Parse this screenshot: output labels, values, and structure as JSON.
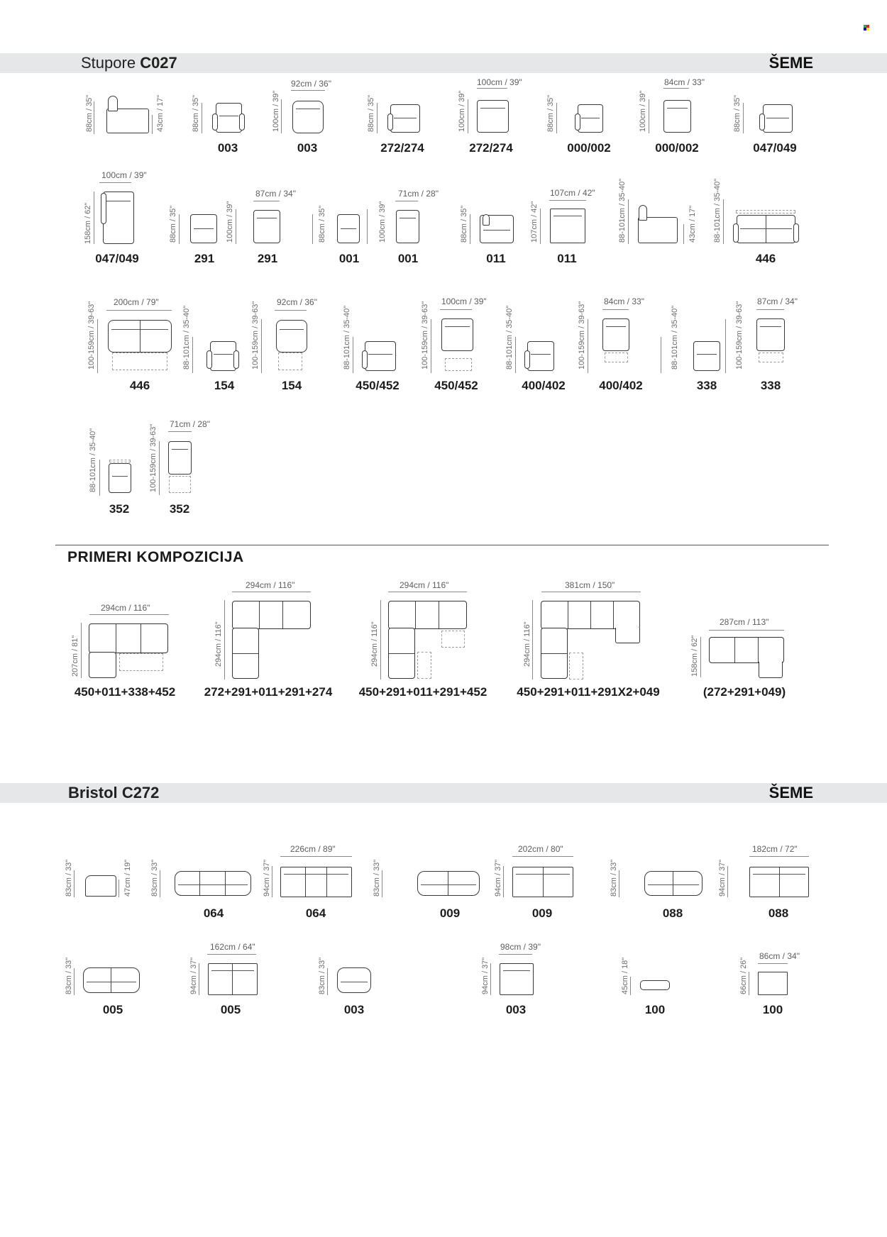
{
  "header_logo": {
    "icon": "color-squares-icon",
    "colors": [
      "#22b14c",
      "#ed1c24",
      "#0000ff",
      "#ffe600"
    ]
  },
  "stupore": {
    "title_light": "Stupore",
    "title_bold": "C027",
    "right_label": "ŠEME",
    "items": [
      {
        "code": "",
        "height": "88cm / 35\"",
        "height2": "43cm / 17\"",
        "width": "",
        "view": "side"
      },
      {
        "code": "003",
        "height": "88cm / 35\"",
        "width": "",
        "view": "front"
      },
      {
        "code": "003",
        "height": "100cm / 39\"",
        "width": "92cm / 36\"",
        "view": "top"
      },
      {
        "code": "272/274",
        "height": "88cm / 35\"",
        "width": "",
        "view": "front"
      },
      {
        "code": "272/274",
        "height": "100cm / 39\"",
        "width": "100cm / 39\"",
        "view": "top"
      },
      {
        "code": "000/002",
        "height": "88cm / 35\"",
        "width": "",
        "view": "front"
      },
      {
        "code": "000/002",
        "height": "100cm / 39\"",
        "width": "84cm / 33\"",
        "view": "top"
      },
      {
        "code": "047/049",
        "height": "88cm / 35\"",
        "width": "",
        "view": "front"
      },
      {
        "code": "047/049",
        "height": "158cm / 62\"",
        "width": "100cm / 39\"",
        "view": "top"
      },
      {
        "code": "291",
        "height": "88cm / 35\"",
        "width": "",
        "view": "front"
      },
      {
        "code": "291",
        "height": "100cm / 39\"",
        "width": "87cm / 34\"",
        "view": "top"
      },
      {
        "code": "001",
        "height": "88cm / 35\"",
        "width": "",
        "view": "front"
      },
      {
        "code": "001",
        "height": "100cm / 39\"",
        "width": "71cm / 28\"",
        "view": "top"
      },
      {
        "code": "011",
        "height": "88cm / 35\"",
        "width": "",
        "view": "front"
      },
      {
        "code": "011",
        "height": "107cm / 42\"",
        "width": "107cm / 42\"",
        "view": "top"
      },
      {
        "code": "",
        "height": "88-101cm / 35-40\"",
        "height2": "43cm / 17\"",
        "width": "",
        "view": "side"
      },
      {
        "code": "446",
        "height": "88-101cm / 35-40\"",
        "width": "",
        "view": "front"
      },
      {
        "code": "446",
        "height": "100-159cm / 39-63\"",
        "width": "200cm / 79\"",
        "view": "top"
      },
      {
        "code": "154",
        "height": "88-101cm / 35-40\"",
        "width": "",
        "view": "front"
      },
      {
        "code": "154",
        "height": "100-159cm / 39-63\"",
        "width": "92cm / 36\"",
        "view": "top"
      },
      {
        "code": "450/452",
        "height": "88-101cm / 35-40\"",
        "width": "",
        "view": "front"
      },
      {
        "code": "450/452",
        "height": "100-159cm / 39-63\"",
        "width": "100cm / 39\"",
        "view": "top"
      },
      {
        "code": "400/402",
        "height": "88-101cm / 35-40\"",
        "width": "",
        "view": "front"
      },
      {
        "code": "400/402",
        "height": "100-159cm / 39-63\"",
        "width": "84cm / 33\"",
        "view": "top"
      },
      {
        "code": "338",
        "height": "88-101cm / 35-40\"",
        "width": "",
        "view": "front"
      },
      {
        "code": "338",
        "height": "100-159cm / 39-63\"",
        "width": "87cm / 34\"",
        "view": "top"
      },
      {
        "code": "352",
        "height": "88-101cm / 35-40\"",
        "width": "",
        "view": "front"
      },
      {
        "code": "352",
        "height": "100-159cm / 39-63\"",
        "width": "71cm / 28\"",
        "view": "top"
      }
    ]
  },
  "compositions": {
    "title": "PRIMERI KOMPOZICIJA",
    "items": [
      {
        "label": "450+011+338+452",
        "width": "294cm / 116\"",
        "height": "207cm / 81\""
      },
      {
        "label": "272+291+011+291+274",
        "width": "294cm / 116\"",
        "height": "294cm / 116\""
      },
      {
        "label": "450+291+011+291+452",
        "width": "294cm / 116\"",
        "height": "294cm / 116\""
      },
      {
        "label": "450+291+011+291X2+049",
        "width": "381cm / 150\"",
        "height": "294cm / 116\""
      },
      {
        "label": "(272+291+049)",
        "width": "287cm / 113\"",
        "height": "158cm / 62\""
      }
    ]
  },
  "bristol": {
    "title_light": "Bristol",
    "title_bold": "C272",
    "right_label": "ŠEME",
    "items": [
      {
        "code": "",
        "height": "83cm / 33\"",
        "height2": "47cm / 19\"",
        "width": "",
        "view": "side"
      },
      {
        "code": "064",
        "height": "83cm / 33\"",
        "width": "",
        "view": "front"
      },
      {
        "code": "064",
        "height": "94cm / 37\"",
        "width": "226cm / 89\"",
        "view": "top"
      },
      {
        "code": "009",
        "height": "83cm / 33\"",
        "width": "",
        "view": "front"
      },
      {
        "code": "009",
        "height": "94cm / 37\"",
        "width": "202cm / 80\"",
        "view": "top"
      },
      {
        "code": "088",
        "height": "83cm / 33\"",
        "width": "",
        "view": "front"
      },
      {
        "code": "088",
        "height": "94cm / 37\"",
        "width": "182cm / 72\"",
        "view": "top"
      },
      {
        "code": "005",
        "height": "83cm / 33\"",
        "width": "",
        "view": "front"
      },
      {
        "code": "005",
        "height": "94cm / 37\"",
        "width": "162cm / 64\"",
        "view": "top"
      },
      {
        "code": "003",
        "height": "83cm / 33\"",
        "width": "",
        "view": "front"
      },
      {
        "code": "003",
        "height": "94cm / 37\"",
        "width": "98cm / 39\"",
        "view": "top"
      },
      {
        "code": "100",
        "height": "45cm / 18\"",
        "width": "",
        "view": "front"
      },
      {
        "code": "100",
        "height": "66cm / 26\"",
        "width": "86cm / 34\"",
        "view": "top"
      }
    ]
  }
}
